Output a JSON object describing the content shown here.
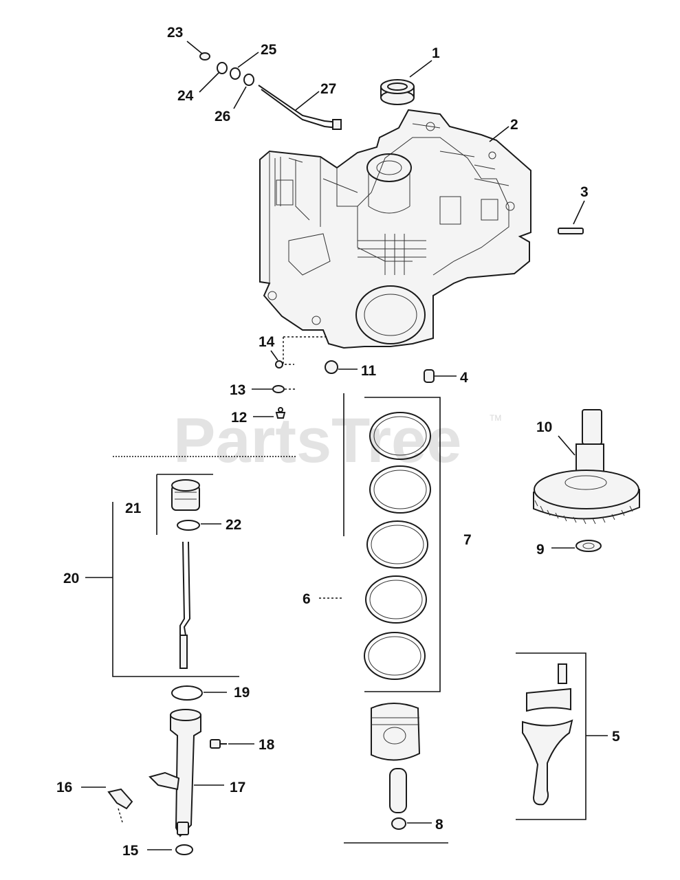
{
  "watermark": {
    "text": "PartsTree",
    "mark": "TM"
  },
  "callouts": {
    "c1": "1",
    "c2": "2",
    "c3": "3",
    "c4": "4",
    "c5": "5",
    "c6": "6",
    "c7": "7",
    "c8": "8",
    "c9": "9",
    "c10": "10",
    "c11": "11",
    "c12": "12",
    "c13": "13",
    "c14": "14",
    "c15": "15",
    "c16": "16",
    "c17": "17",
    "c18": "18",
    "c19": "19",
    "c20": "20",
    "c21": "21",
    "c22": "22",
    "c23": "23",
    "c24": "24",
    "c25": "25",
    "c26": "26",
    "c27": "27"
  }
}
